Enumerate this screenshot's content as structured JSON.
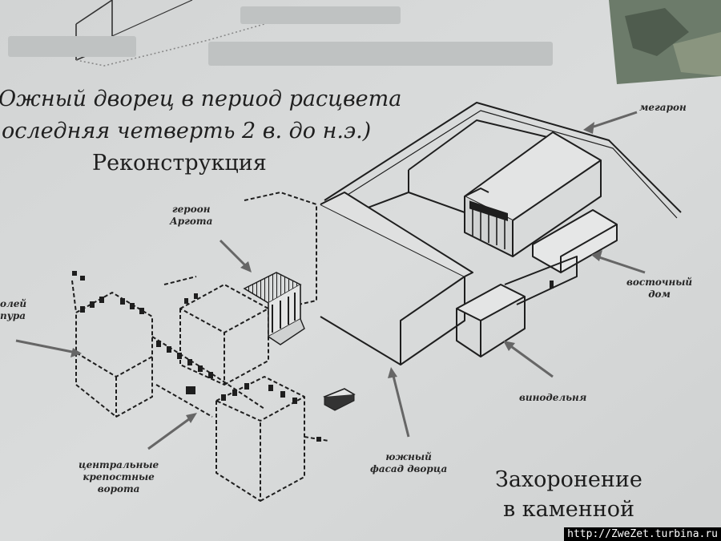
{
  "title": {
    "line1": "Ожный дворец в период расцвета",
    "line2": "оследняя четверть 2 в. до н.э.)",
    "line3": "Реконструкция"
  },
  "labels": {
    "megaron": "мегарон",
    "heroon_l1": "героон",
    "heroon_l2": "Аргота",
    "east_l1": "восточный",
    "east_l2": "дом",
    "winery": "винодельня",
    "bastion_l1": "олей",
    "bastion_l2": "пура",
    "south_l1": "южный",
    "south_l2": "фасад дворца",
    "gates_l1": "центральные",
    "gates_l2": "крепостные",
    "gates_l3": "ворота"
  },
  "burial": {
    "line1": "Захоронение",
    "line2": "в каменной"
  },
  "watermark": "http://ZweZet.turbina.ru"
}
